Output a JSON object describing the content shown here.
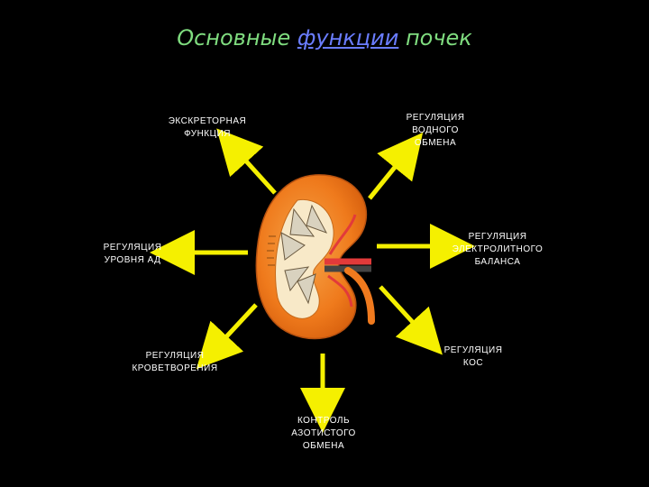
{
  "title": {
    "part1": "Основные ",
    "link": "функции",
    "part2": " почек"
  },
  "labels": {
    "excretory": "ЭКСКРЕТОРНАЯ\nФУНКЦИЯ",
    "water": "РЕГУЛЯЦИЯ\nВОДНОГО\nОБМЕНА",
    "bp": "РЕГУЛЯЦИЯ\nУРОВНЯ АД",
    "electrolyte": "РЕГУЛЯЦИЯ\nЭЛЕКТРОЛИТНОГО\nБАЛАНСА",
    "hematopoiesis": "РЕГУЛЯЦИЯ\nКРОВЕТВОРЕНИЯ",
    "acid_base": "РЕГУЛЯЦИЯ\nКОС",
    "nitrogen": "КОНТРОЛЬ\nАЗОТИСТОГО\nОБМЕНА"
  },
  "colors": {
    "background": "#000000",
    "title": "#7fdc7f",
    "link": "#6a7dff",
    "arrow": "#f5f000",
    "kidney": "#f07a1e"
  }
}
